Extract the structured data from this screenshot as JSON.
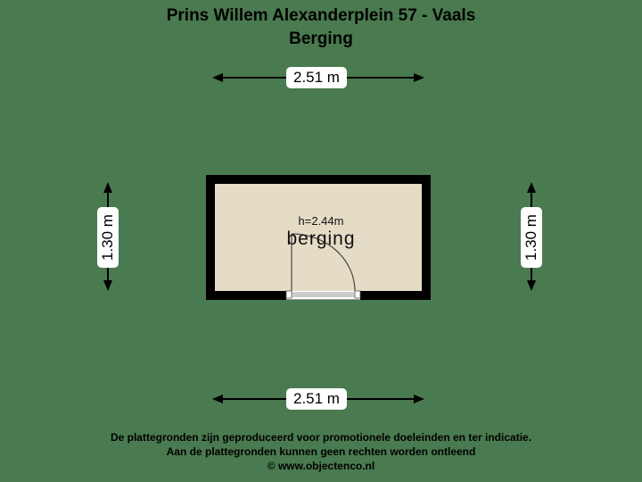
{
  "header": {
    "title": "Prins Willem Alexanderplein 57 - Vaals",
    "subtitle": "Berging"
  },
  "dimensions": {
    "top": "2.51 m",
    "bottom": "2.51 m",
    "left": "1.30 m",
    "right": "1.30 m"
  },
  "room": {
    "height_label": "h=2.44m",
    "name": "berging"
  },
  "footer": {
    "line1": "De plattegronden zijn geproduceerd voor promotionele doeleinden en ter indicatie.",
    "line2": "Aan de plattegronden kunnen geen rechten worden ontleend",
    "line3": "© www.objectenco.nl"
  },
  "colors": {
    "background": "#4a7a4f",
    "floor": "#e5dcc5",
    "wall": "#000000"
  }
}
